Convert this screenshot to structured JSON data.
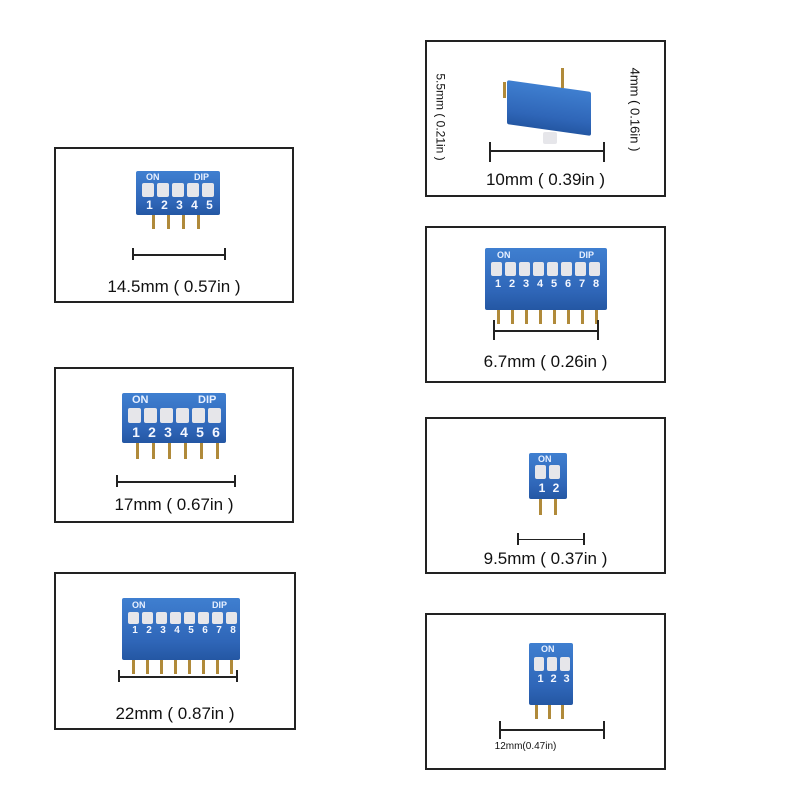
{
  "panels": [
    {
      "id": "5pos",
      "on": "ON",
      "dip": "DIP",
      "numbers": [
        "1",
        "2",
        "3",
        "4",
        "5"
      ],
      "caption": "14.5mm ( 0.57in )"
    },
    {
      "id": "6pos",
      "on": "ON",
      "dip": "DIP",
      "numbers": [
        "1",
        "2",
        "3",
        "4",
        "5",
        "6"
      ],
      "caption": "17mm ( 0.67in )"
    },
    {
      "id": "8pos-large",
      "on": "ON",
      "dip": "DIP",
      "numbers": [
        "1",
        "2",
        "3",
        "4",
        "5",
        "6",
        "7",
        "8"
      ],
      "caption": "22mm ( 0.87in )"
    },
    {
      "id": "side",
      "caption": "10mm ( 0.39in )",
      "left_label": "5.5mm ( 0.21in )",
      "right_label": "4mm ( 0.16in )"
    },
    {
      "id": "8pos",
      "on": "ON",
      "dip": "DIP",
      "numbers": [
        "1",
        "2",
        "3",
        "4",
        "5",
        "6",
        "7",
        "8"
      ],
      "caption": "6.7mm ( 0.26in )"
    },
    {
      "id": "2pos",
      "on": "ON",
      "numbers": [
        "1",
        "2"
      ],
      "caption": "9.5mm ( 0.37in )"
    },
    {
      "id": "3pos",
      "on": "ON",
      "numbers": [
        "1",
        "2",
        "3"
      ],
      "caption": "12mm(0.47in)"
    }
  ],
  "colors": {
    "switch_body": "#2f66b8",
    "switch_slider": "#e6e6ea",
    "pin": "#b08a3a"
  }
}
